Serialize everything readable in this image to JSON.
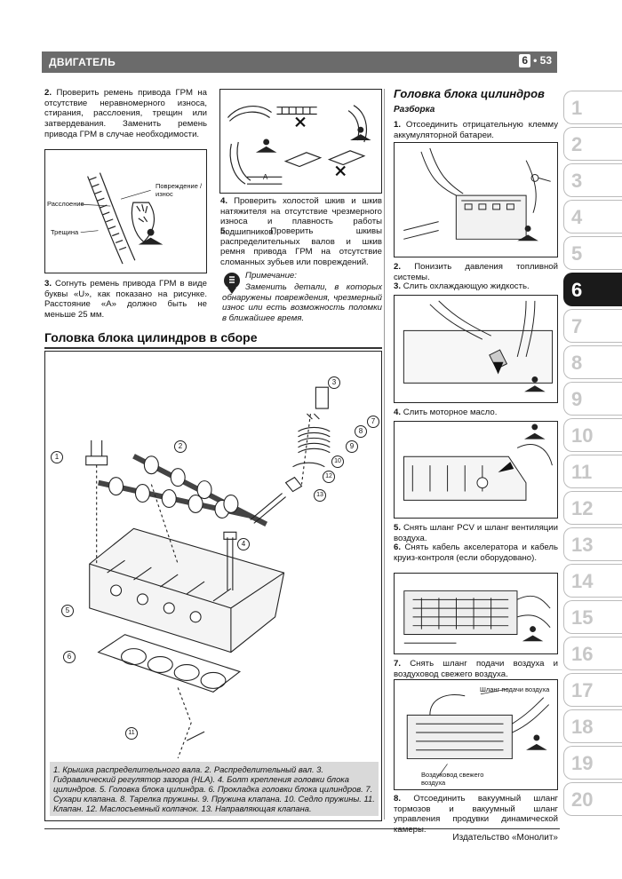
{
  "header": {
    "title": "ДВИГАТЕЛЬ",
    "chapter": "6",
    "bullet": "•",
    "page": "53"
  },
  "tabs": [
    "1",
    "2",
    "3",
    "4",
    "5",
    "6",
    "7",
    "8",
    "9",
    "10",
    "11",
    "12",
    "13",
    "14",
    "15",
    "16",
    "17",
    "18",
    "19",
    "20"
  ],
  "active_tab": "6",
  "left": {
    "step2_num": "2.",
    "step2": "Проверить ремень привода ГРМ на отсутствие неравномерного износа, стирания, расслоения, трещин или затвердевания. Заменить ремень привода ГРМ в случае необходимости.",
    "fig1_labels": {
      "delam": "Расслоение",
      "crack": "Трещина",
      "damage": "Повреждение / износ"
    },
    "step3_num": "3.",
    "step3": "Согнуть ремень привода ГРМ в виде буквы «U», как показано на рисунке. Расстояние «А» должно быть не меньше 25 мм."
  },
  "middle": {
    "fig_a_label": "A",
    "step4_num": "4.",
    "step4": "Проверить холостой шкив и шкив натяжителя на отсутствие чрезмерного износа и плавность работы подшипников.",
    "step5_num": "5.",
    "step5": "Проверить шкивы распределительных валов и шкив ремня привода ГРМ на отсутствие сломанных зубьев или повреждений.",
    "note_title": "Примечание:",
    "note_text": "Заменить детали, в которых обнаружены повреждения, чрезмерный износ или есть возможность поломки в ближайшее время."
  },
  "assembly": {
    "title": "Головка блока цилиндров в сборе",
    "caption": "1. Крышка распределительного вала. 2. Распределительный вал. 3. Гидравлический регулятор зазора (HLA). 4. Болт крепления головки блока цилиндров. 5. Головка блока цилиндра. 6. Прокладка головки блока цилиндров. 7. Сухари клапана. 8. Тарелка пружины. 9. Пружина клапана. 10. Седло пружины. 11. Клапан. 12. Маслосъемный колпачок. 13. Направляющая клапана.",
    "callouts": [
      "1",
      "2",
      "3",
      "4",
      "5",
      "6",
      "7",
      "8",
      "9",
      "10",
      "11",
      "12",
      "13"
    ]
  },
  "right": {
    "title": "Головка блока цилиндров",
    "subtitle": "Разборка",
    "step1_num": "1.",
    "step1": "Отсоединить отрицательную клемму аккумуляторной батареи.",
    "step2_num": "2.",
    "step2": "Понизить давления топливной системы.",
    "step3_num": "3.",
    "step3": "Слить охлаждающую жидкость.",
    "step4_num": "4.",
    "step4": "Слить моторное масло.",
    "step5_num": "5.",
    "step5": "Снять шланг PCV и шланг вентиляции воздуха.",
    "step6_num": "6.",
    "step6": "Снять кабель акселератора и кабель круиз-контроля (если оборудовано).",
    "step7_num": "7.",
    "step7": "Снять шланг подачи воздуха и воздуховод свежего воздуха.",
    "fig_hose_label": "Шланг подачи воздуха",
    "fig_duct_label": "Воздуховод свежего воздуха",
    "step8_num": "8.",
    "step8": "Отсоединить вакуумный шланг тормозов и вакуумный шланг управления продувки динамической камеры."
  },
  "footer": {
    "publisher": "Издательство «Монолит»"
  }
}
